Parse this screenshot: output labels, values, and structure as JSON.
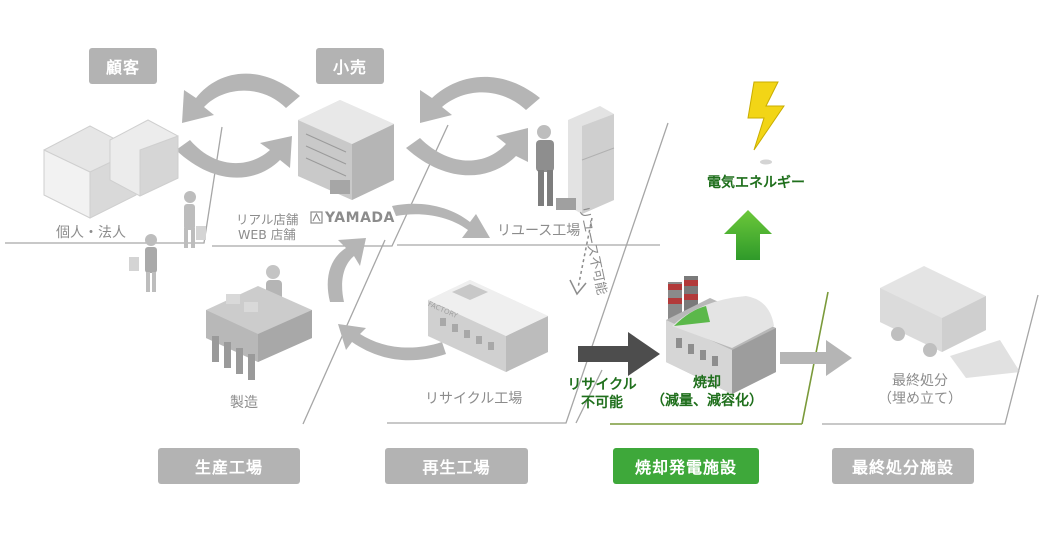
{
  "categories": {
    "customer": "顧客",
    "retail": "小売",
    "production": "生産工場",
    "recycling": "再生工場",
    "incineration": "焼却発電施設",
    "final": "最終処分施設"
  },
  "labels": {
    "individual_corporate": "個人・法人",
    "store_real": "リアル店舗",
    "store_web": "WEB 店舗",
    "yamada": "YAMADA",
    "reuse_factory": "リユース工場",
    "reuse_impossible": "リユース不可能",
    "manufacturing": "製造",
    "recycle_factory": "リサイクル工場",
    "recycle_impossible_1": "リサイクル",
    "recycle_impossible_2": "不可能",
    "incineration_1": "焼却",
    "incineration_2": "（減量、減容化）",
    "electric_energy": "電気エネルギー",
    "final_disposal_1": "最終処分",
    "final_disposal_2": "（埋め立て）",
    "factory_sign": "FACTORY"
  },
  "colors": {
    "accent_green": "#3ea83a",
    "dark_green": "#1f6f1c",
    "gray_pill": "#b3b3b3",
    "bolt_yellow": "#f2d516"
  }
}
